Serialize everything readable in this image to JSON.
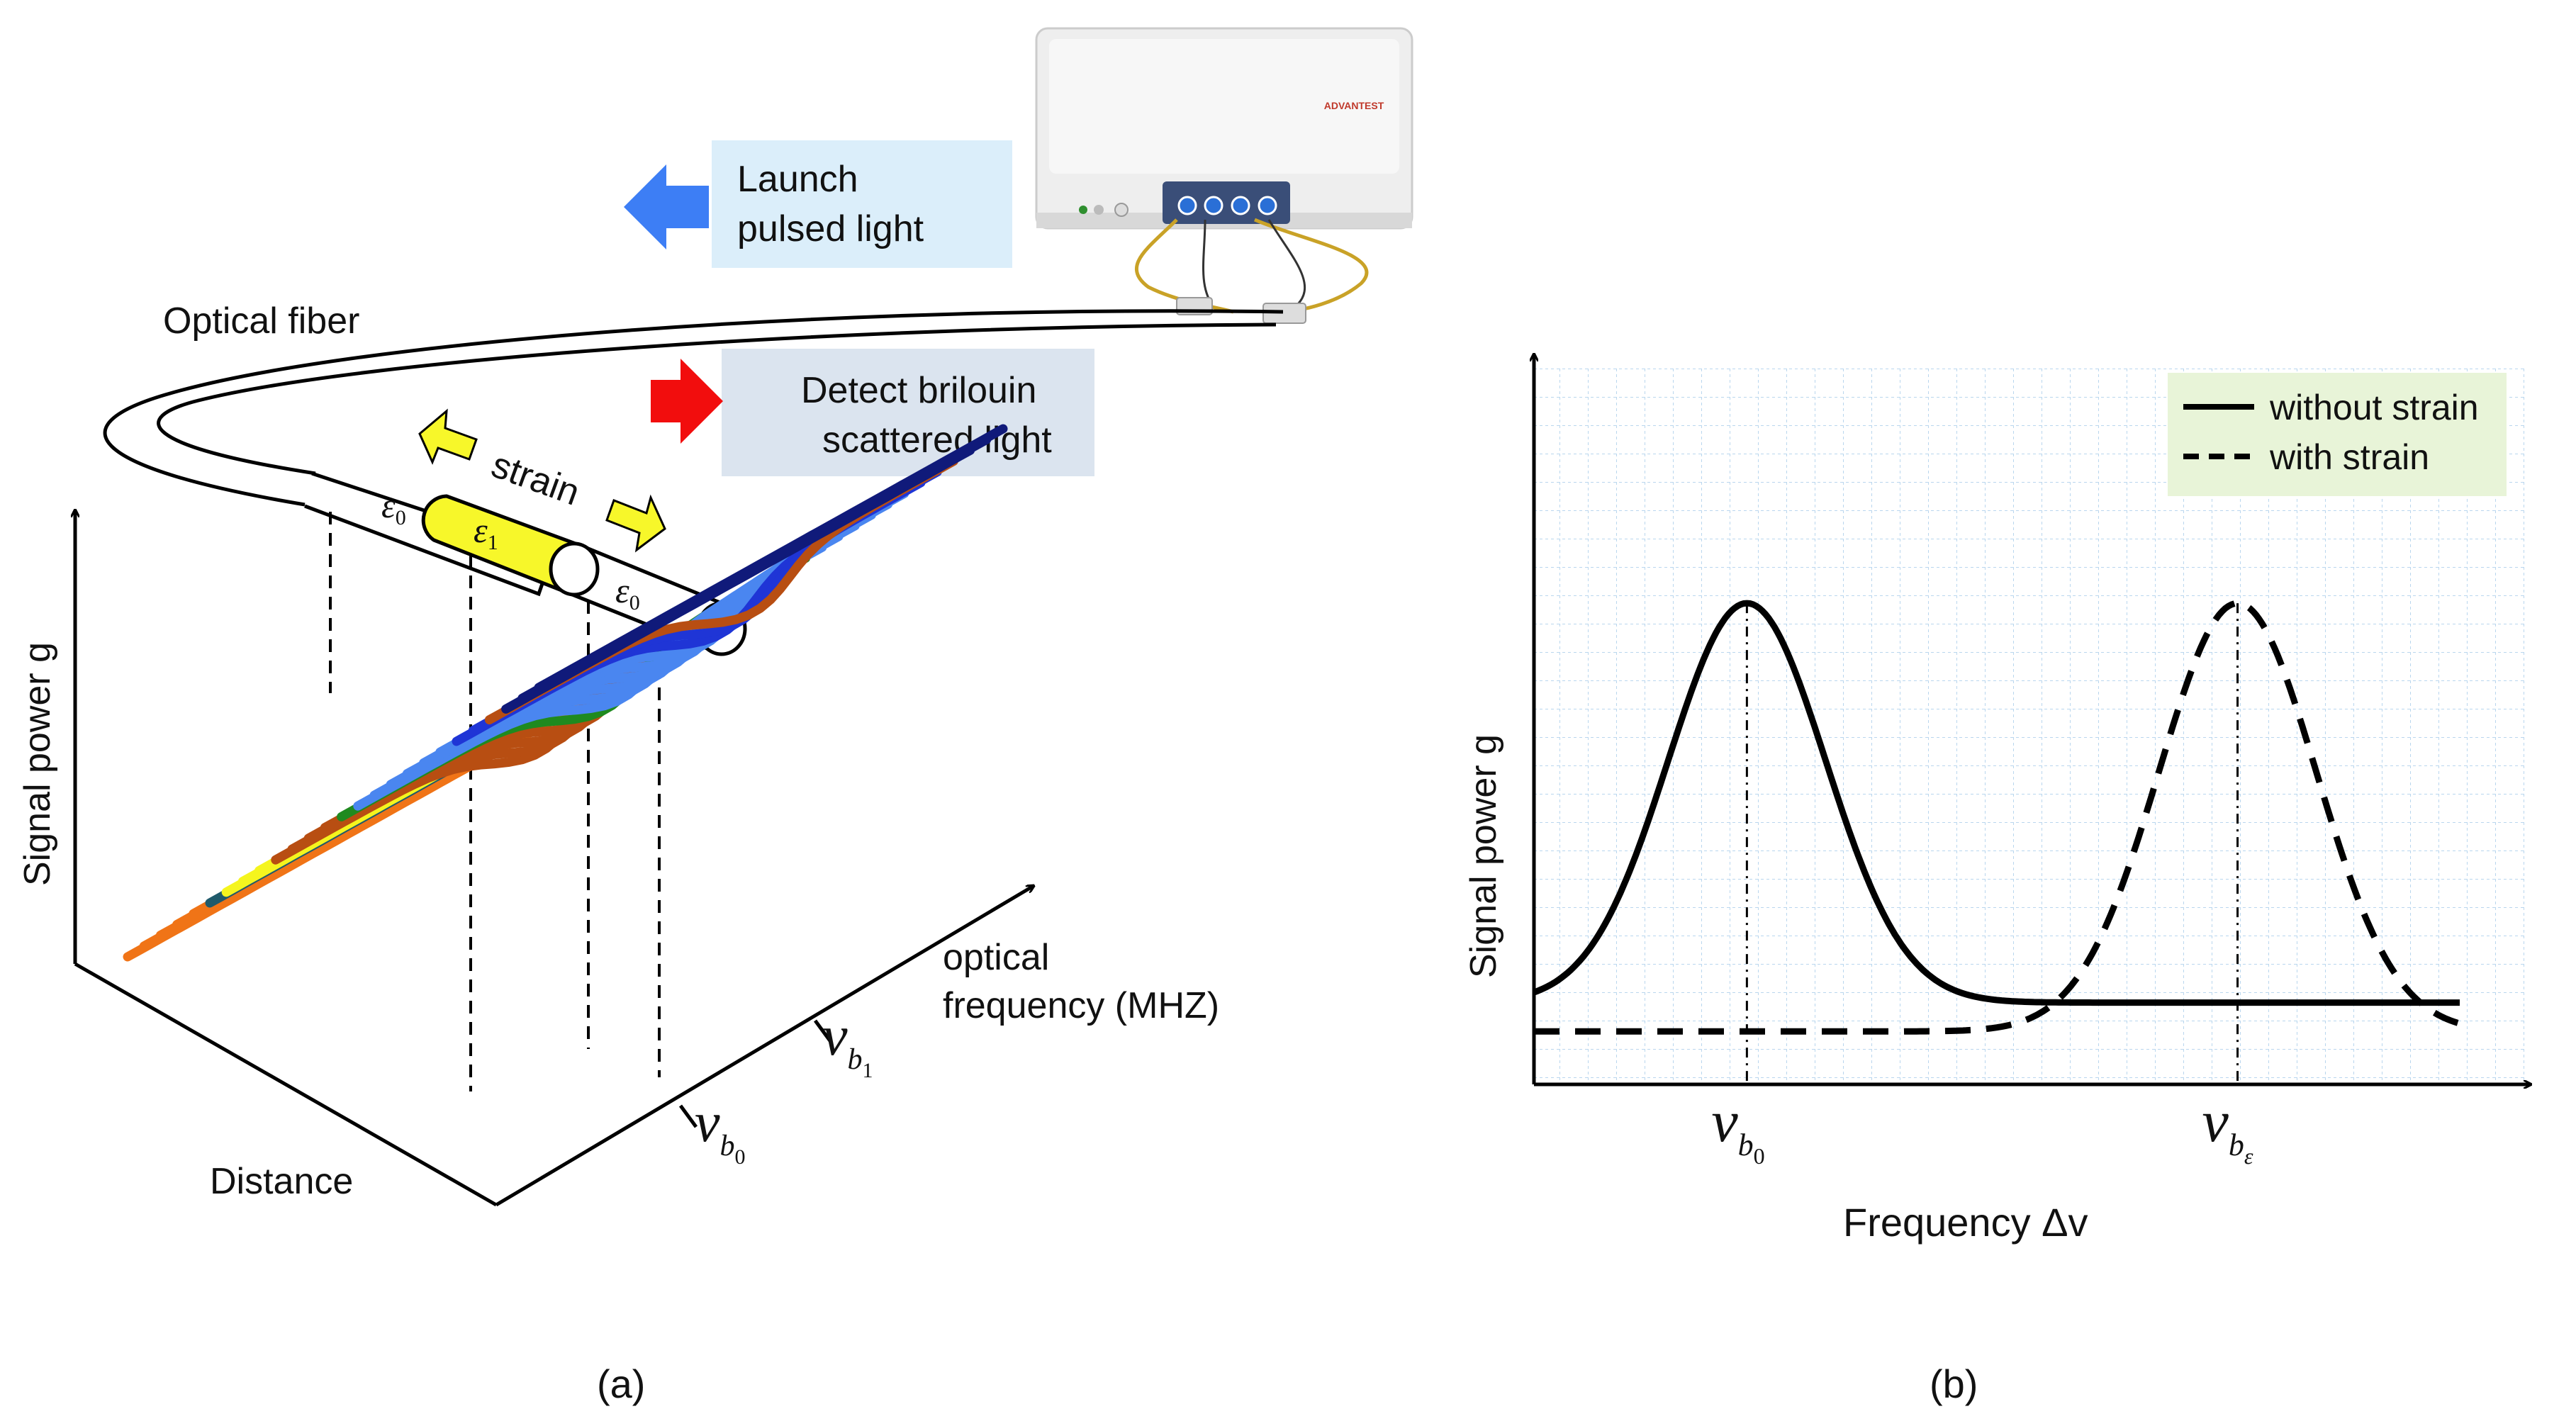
{
  "panel_a": {
    "caption": "(a)",
    "launch_box": {
      "line1": "Launch",
      "line2": "pulsed light"
    },
    "detect_box": {
      "line1": "Detect brilouin",
      "line2": "scattered light"
    },
    "optical_fiber_label": "Optical fiber",
    "strain_label": "strain",
    "fiber_segments": [
      {
        "label": "ε",
        "sub": "0"
      },
      {
        "label": "ε",
        "sub": "1"
      },
      {
        "label": "ε",
        "sub": "0"
      }
    ],
    "instrument_brand": "ADVANTEST",
    "y_axis_label": "Signal power g",
    "x_axis_label": "Distance",
    "freq_axis_label_line1": "optical",
    "freq_axis_label_line2": "frequency (MHZ)",
    "freq_marks": [
      {
        "symbol": "v",
        "sub": "b",
        "subsub": "1"
      },
      {
        "symbol": "v",
        "sub": "b",
        "subsub": "0"
      }
    ],
    "colors": {
      "launch_box_bg": "#dbeefa",
      "detect_box_bg": "#dbe4ef",
      "launch_arrow": "#3d7ef5",
      "detect_arrow": "#f20d0d",
      "strain_arrow": "#f7f72a",
      "strained_segment": "#f7f72a",
      "waterfall_orange": "#f07417",
      "waterfall_teal": "#1f5a6b",
      "waterfall_yellow": "#f5f51e",
      "waterfall_brown": "#b84e12",
      "waterfall_green": "#1f8a1f",
      "waterfall_light_blue": "#4a86f0",
      "waterfall_blue": "#1f35d6",
      "waterfall_navy": "#101a7a"
    }
  },
  "chart_data": {
    "type": "line",
    "title": "",
    "xlabel": "Frequency Δv",
    "ylabel": "Signal power g",
    "caption": "(b)",
    "grid": true,
    "legend": "top-right",
    "legend_background": "#e8f4d8",
    "x_ticks": [
      {
        "symbol": "v",
        "sub": "b",
        "subsub": "0"
      },
      {
        "symbol": "v",
        "sub": "b",
        "subsub": "ε"
      }
    ],
    "series": [
      {
        "name": "without strain",
        "style": "solid",
        "baseline": 0.17,
        "peak_x": 0.23,
        "peak_y": 1.0,
        "width": 0.085
      },
      {
        "name": "with strain",
        "style": "dashed",
        "baseline": 0.11,
        "peak_x": 0.76,
        "peak_y": 1.0,
        "width": 0.085
      }
    ]
  }
}
